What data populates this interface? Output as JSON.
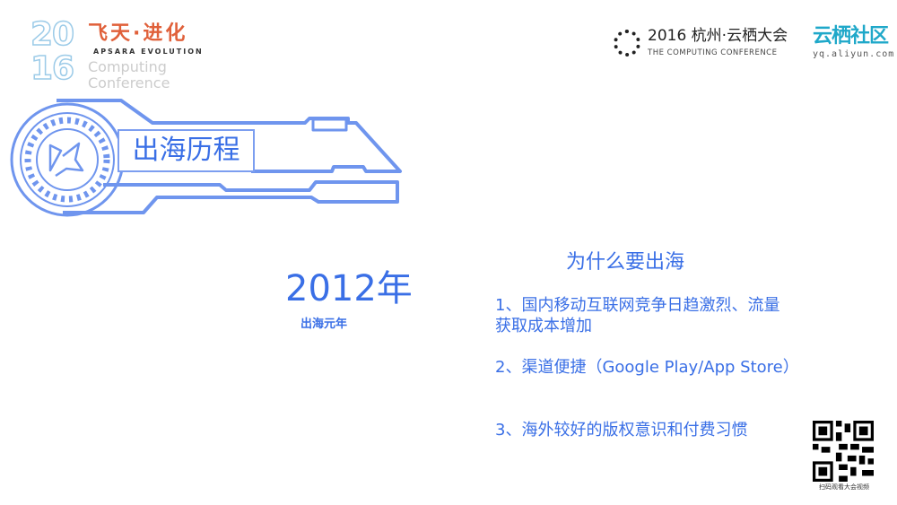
{
  "header": {
    "event_logo": {
      "year": "2016",
      "cn": "飞天·进化",
      "en": "APSARA EVOLUTION",
      "sub": "Computing Conference"
    },
    "conference": {
      "title": "2016 杭州·云栖大会",
      "subtitle": "THE COMPUTING CONFERENCE"
    },
    "community": {
      "title": "云栖社区",
      "url": "yq.aliyun.com"
    }
  },
  "section_title": "出海历程",
  "year": "2012年",
  "year_caption": "出海元年",
  "reasons": {
    "heading": "为什么要出海",
    "items": [
      "1、国内移动互联网竞争日趋激烈、流量获取成本增加",
      "2、渠道便捷（Google Play/App Store）",
      "3、海外较好的版权意识和付费习惯"
    ]
  },
  "qr": {
    "caption": "扫码观看大会视频"
  },
  "colors": {
    "accent": "#3a6fe6",
    "frame": "#6f95ee",
    "community": "#1fa8c9"
  }
}
